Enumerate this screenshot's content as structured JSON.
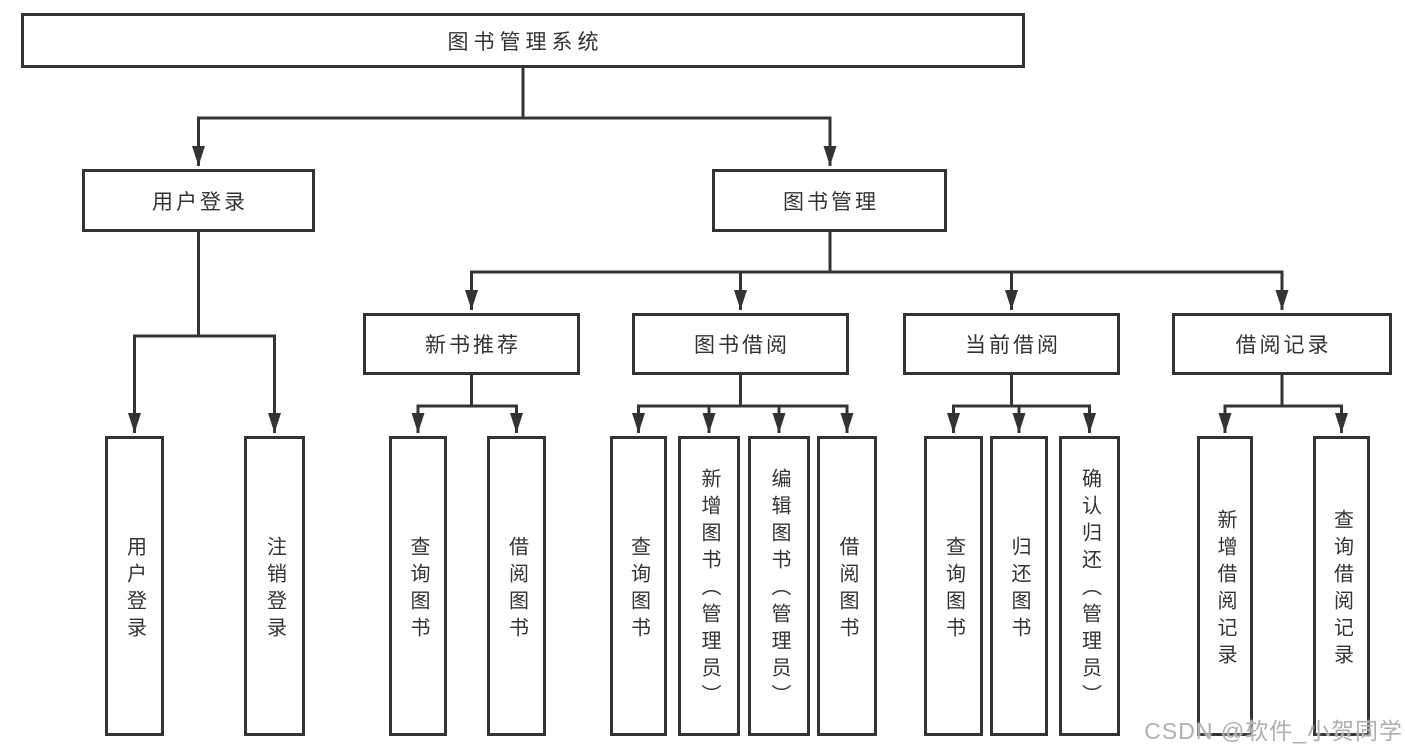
{
  "tree": {
    "root": {
      "label": "图书管理系统"
    },
    "user_login": {
      "label": "用户登录",
      "children": [
        {
          "label": "用户登录"
        },
        {
          "label": "注销登录"
        }
      ]
    },
    "book_management": {
      "label": "图书管理",
      "sections": [
        {
          "label": "新书推荐",
          "children": [
            {
              "label": "查询图书"
            },
            {
              "label": "借阅图书"
            }
          ]
        },
        {
          "label": "图书借阅",
          "children": [
            {
              "label": "查询图书"
            },
            {
              "label": "新增图书（管理员）"
            },
            {
              "label": "编辑图书（管理员）"
            },
            {
              "label": "借阅图书"
            }
          ]
        },
        {
          "label": "当前借阅",
          "children": [
            {
              "label": "查询图书"
            },
            {
              "label": "归还图书"
            },
            {
              "label": "确认归还（管理员）"
            }
          ]
        },
        {
          "label": "借阅记录",
          "children": [
            {
              "label": "新增借阅记录"
            },
            {
              "label": "查询借阅记录"
            }
          ]
        }
      ]
    }
  },
  "watermark": {
    "text": "CSDN @软件_小贺同学"
  },
  "colors": {
    "line": "#333333",
    "text": "#333333",
    "box_background": "#ffffff",
    "watermark": "#b3aeae"
  }
}
